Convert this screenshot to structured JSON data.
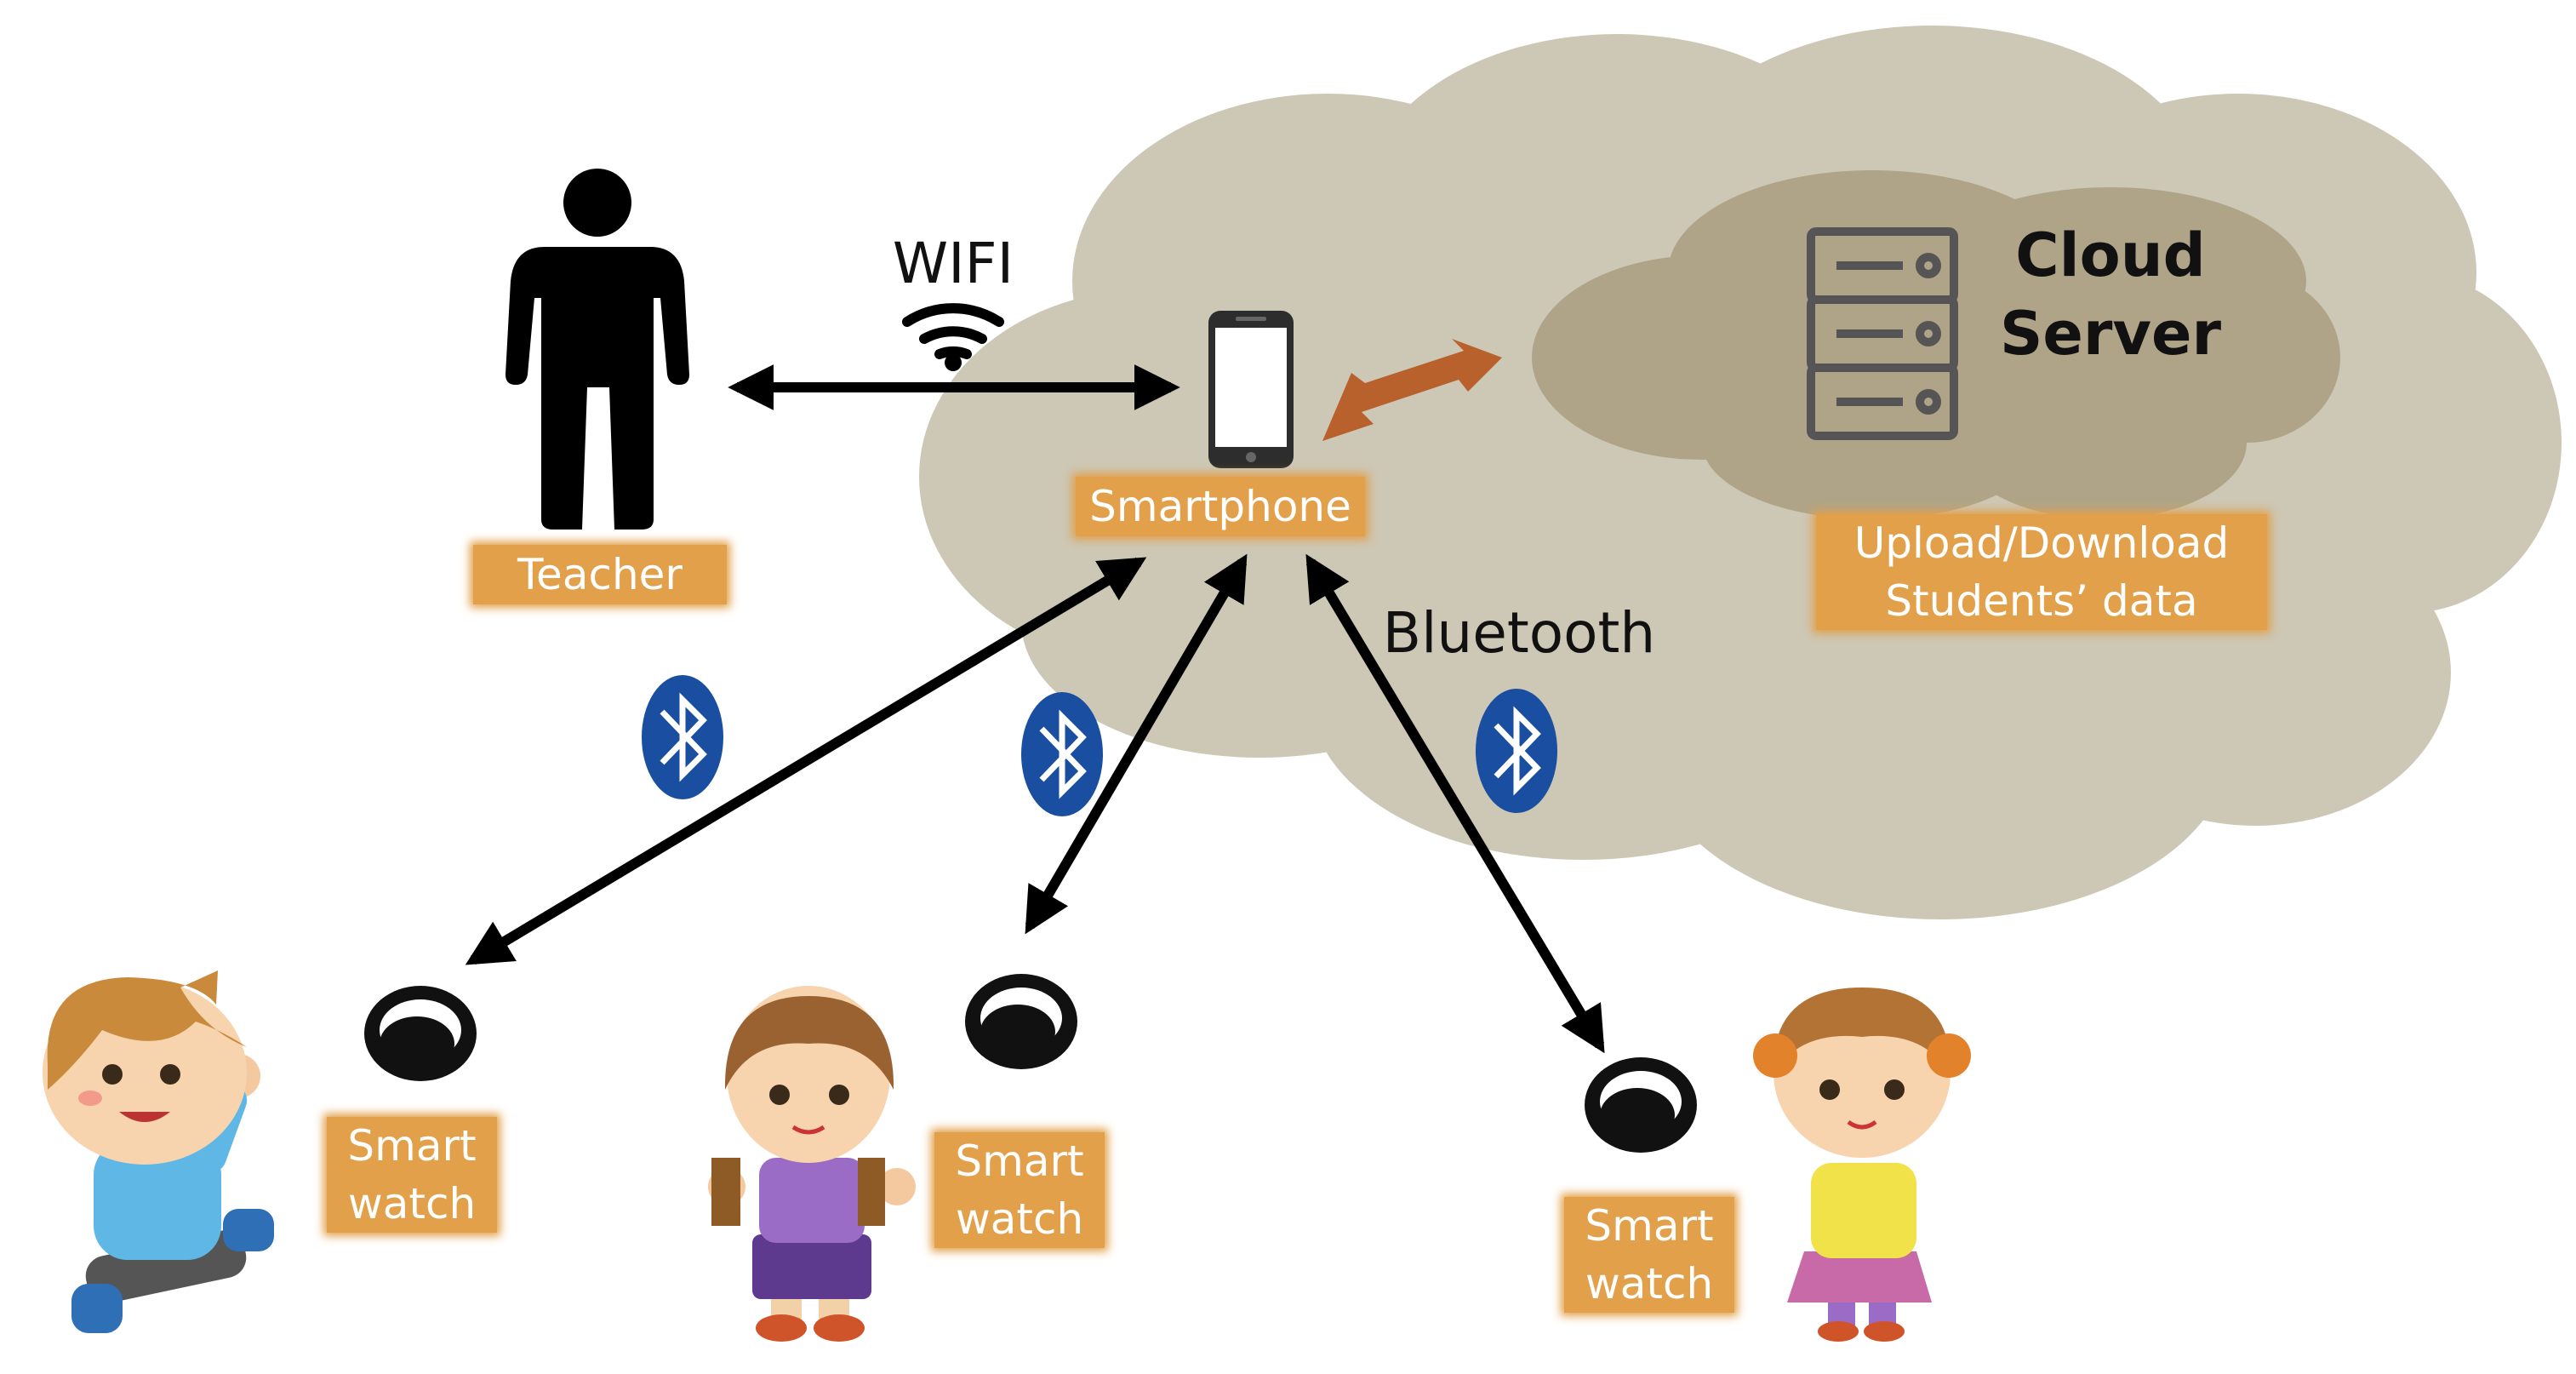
{
  "nodes": {
    "teacher": "Teacher",
    "smartphone": "Smartphone",
    "cloud_server": [
      "Cloud",
      "Server"
    ],
    "cloud_caption": [
      "Upload/Download",
      "Students’ data"
    ],
    "smartwatch_1": [
      "Smart",
      "watch"
    ],
    "smartwatch_2": [
      "Smart",
      "watch"
    ],
    "smartwatch_3": [
      "Smart",
      "watch"
    ]
  },
  "links": {
    "wifi": "WIFI",
    "bluetooth": "Bluetooth"
  },
  "icons": [
    "person-icon",
    "wifi-icon",
    "smartphone-icon",
    "server-icon",
    "bluetooth-icon",
    "smartwatch-icon",
    "boy-icon",
    "girl-icon"
  ],
  "colors": {
    "outer_cloud": "#cdc7b5",
    "inner_cloud": "#b0a488",
    "label_bg": "#e2a04a",
    "sync_arrow": "#b8612c",
    "bluetooth_blue": "#1a4ea0"
  }
}
